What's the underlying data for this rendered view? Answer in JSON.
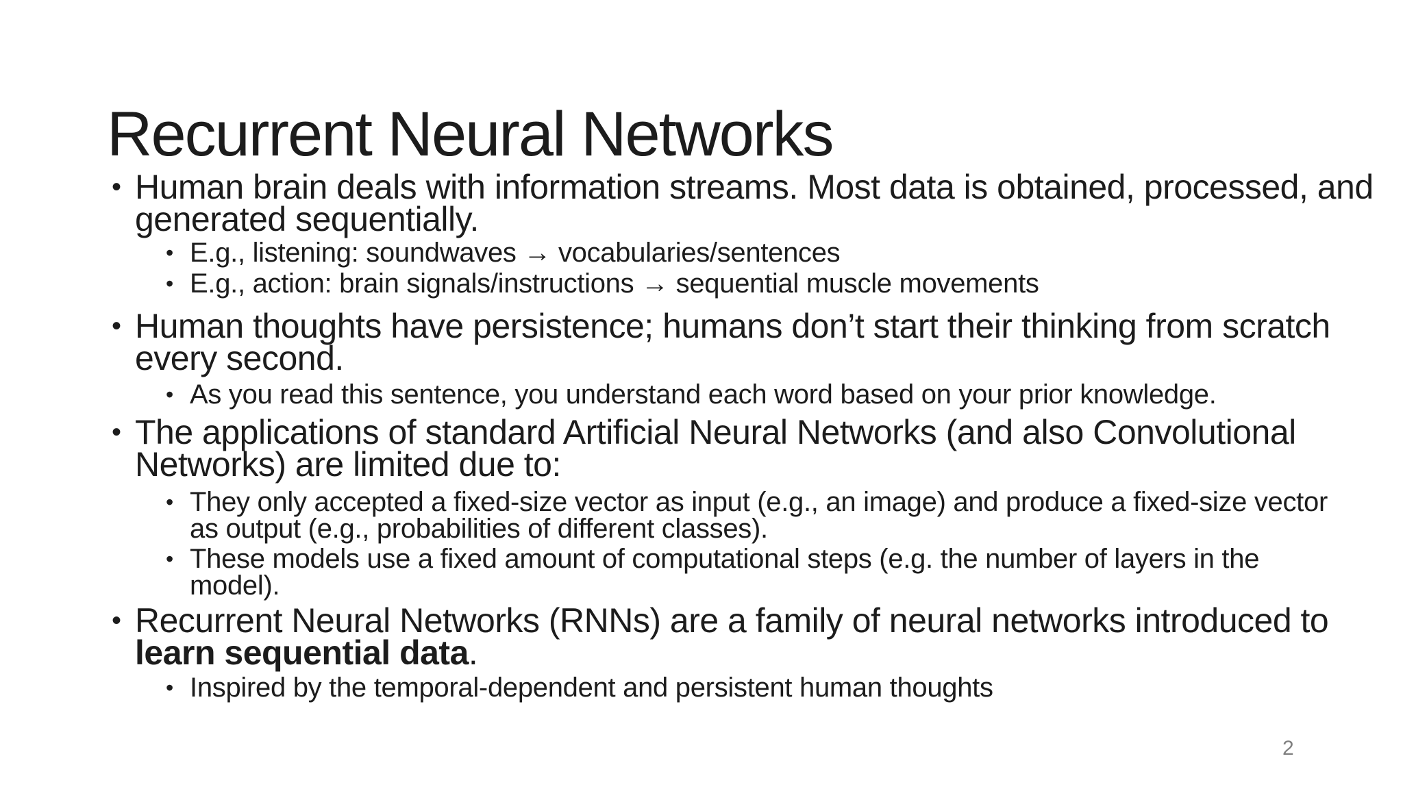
{
  "slide": {
    "title": "Recurrent Neural Networks",
    "page_number": "2",
    "bullet_char": "•",
    "colors": {
      "background": "#ffffff",
      "text": "#1c1c1c",
      "page_number": "#7f7f7f"
    },
    "bullets": [
      {
        "level": 1,
        "lines": [
          "Human brain deals with information streams. Most data is obtained, processed, and",
          "generated sequentially."
        ]
      },
      {
        "level": 2,
        "lines": [
          "E.g., listening: soundwaves → vocabularies/sentences"
        ]
      },
      {
        "level": 2,
        "lines": [
          "E.g., action: brain signals/instructions → sequential muscle movements"
        ]
      },
      {
        "level": 1,
        "lines": [
          "Human thoughts have persistence; humans don’t start their thinking from scratch",
          "every second."
        ]
      },
      {
        "level": 2,
        "lines": [
          "As you read this sentence, you understand each word based on your prior knowledge."
        ]
      },
      {
        "level": 1,
        "lines": [
          "The applications of standard Artificial Neural Networks (and also Convolutional",
          "Networks) are limited due to:"
        ]
      },
      {
        "level": 2,
        "lines": [
          "They only accepted a fixed-size vector as input (e.g., an image) and produce a fixed-size vector",
          "as output (e.g., probabilities of different classes)."
        ]
      },
      {
        "level": 2,
        "lines": [
          "These models use a fixed amount of computational steps (e.g. the number of layers in the",
          "model)."
        ]
      },
      {
        "level": 1,
        "lines": [
          "Recurrent Neural Networks (RNNs) are a family of neural networks introduced to"
        ],
        "bold_text": "learn sequential data",
        "bold_suffix": "."
      },
      {
        "level": 2,
        "lines": [
          "Inspired by the temporal-dependent and persistent human thoughts"
        ]
      }
    ]
  }
}
